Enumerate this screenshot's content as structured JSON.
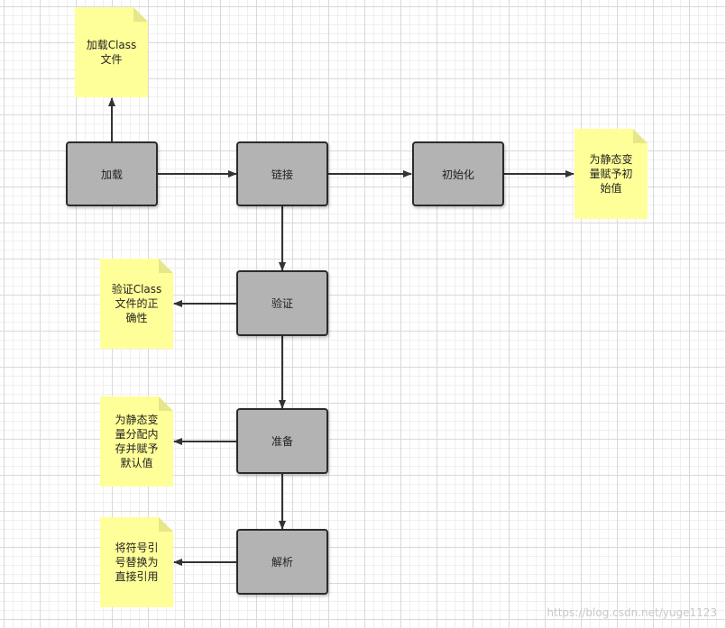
{
  "nodes": {
    "load": "加载",
    "link": "链接",
    "init": "初始化",
    "verify": "验证",
    "prepare": "准备",
    "resolve": "解析"
  },
  "notes": {
    "load": "加载Class\n文件",
    "init": "为静态变\n量赋予初\n始值",
    "verify": "验证Class\n文件的正\n确性",
    "prepare": "为静态变\n量分配内\n存并赋予\n默认值",
    "resolve": "将符号引\n号替换为\n直接引用"
  },
  "watermark": "https://blog.csdn.net/yuge1123",
  "colors": {
    "box_fill": "#b3b3b3",
    "box_border": "#2b2b2b",
    "note_fill": "#ffff99",
    "edge": "#333333"
  }
}
